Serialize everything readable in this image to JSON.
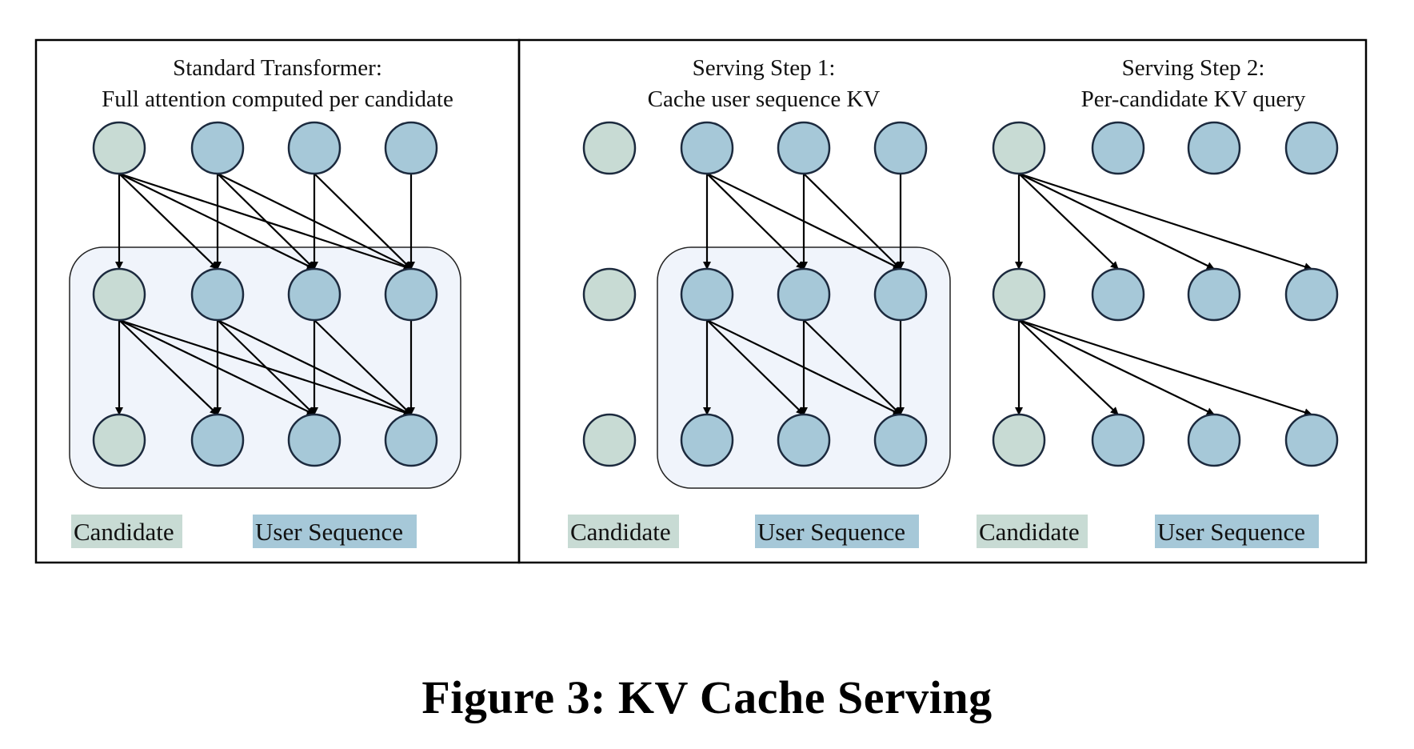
{
  "figure": {
    "caption": "Figure 3: KV Cache Serving",
    "colors": {
      "candidate": "#c8dbd4",
      "user_sequence": "#a6c8d8",
      "node_stroke": "#1c2a3e",
      "cache_box_fill": "#f0f4fb",
      "cache_box_stroke": "#222222",
      "edge": "#000000",
      "frame": "#000000"
    },
    "legend": {
      "candidate": "Candidate",
      "user_sequence": "User Sequence"
    },
    "panels": [
      {
        "id": "standard",
        "title_line1": "Standard Transformer:",
        "title_line2": "Full attention computed per candidate",
        "cache_box": {
          "cols": [
            0,
            3
          ],
          "rows": [
            1,
            2
          ]
        },
        "edges": [
          {
            "from": [
              0,
              0
            ],
            "to": [
              1,
              0
            ]
          },
          {
            "from": [
              0,
              0
            ],
            "to": [
              1,
              1
            ]
          },
          {
            "from": [
              0,
              0
            ],
            "to": [
              1,
              2
            ]
          },
          {
            "from": [
              0,
              0
            ],
            "to": [
              1,
              3
            ]
          },
          {
            "from": [
              0,
              1
            ],
            "to": [
              1,
              1
            ]
          },
          {
            "from": [
              0,
              1
            ],
            "to": [
              1,
              2
            ]
          },
          {
            "from": [
              0,
              1
            ],
            "to": [
              1,
              3
            ]
          },
          {
            "from": [
              0,
              2
            ],
            "to": [
              1,
              2
            ]
          },
          {
            "from": [
              0,
              2
            ],
            "to": [
              1,
              3
            ]
          },
          {
            "from": [
              0,
              3
            ],
            "to": [
              1,
              3
            ]
          },
          {
            "from": [
              1,
              0
            ],
            "to": [
              2,
              0
            ]
          },
          {
            "from": [
              1,
              0
            ],
            "to": [
              2,
              1
            ]
          },
          {
            "from": [
              1,
              0
            ],
            "to": [
              2,
              2
            ]
          },
          {
            "from": [
              1,
              0
            ],
            "to": [
              2,
              3
            ]
          },
          {
            "from": [
              1,
              1
            ],
            "to": [
              2,
              1
            ]
          },
          {
            "from": [
              1,
              1
            ],
            "to": [
              2,
              2
            ]
          },
          {
            "from": [
              1,
              1
            ],
            "to": [
              2,
              3
            ]
          },
          {
            "from": [
              1,
              2
            ],
            "to": [
              2,
              2
            ]
          },
          {
            "from": [
              1,
              2
            ],
            "to": [
              2,
              3
            ]
          },
          {
            "from": [
              1,
              3
            ],
            "to": [
              2,
              3
            ]
          }
        ]
      },
      {
        "id": "serving-step-1",
        "title_line1": "Serving Step 1:",
        "title_line2": "Cache user sequence KV",
        "cache_box": {
          "cols": [
            1,
            3
          ],
          "rows": [
            1,
            2
          ]
        },
        "edges": [
          {
            "from": [
              0,
              1
            ],
            "to": [
              1,
              1
            ]
          },
          {
            "from": [
              0,
              1
            ],
            "to": [
              1,
              2
            ]
          },
          {
            "from": [
              0,
              1
            ],
            "to": [
              1,
              3
            ]
          },
          {
            "from": [
              0,
              2
            ],
            "to": [
              1,
              2
            ]
          },
          {
            "from": [
              0,
              2
            ],
            "to": [
              1,
              3
            ]
          },
          {
            "from": [
              0,
              3
            ],
            "to": [
              1,
              3
            ]
          },
          {
            "from": [
              1,
              1
            ],
            "to": [
              2,
              1
            ]
          },
          {
            "from": [
              1,
              1
            ],
            "to": [
              2,
              2
            ]
          },
          {
            "from": [
              1,
              1
            ],
            "to": [
              2,
              3
            ]
          },
          {
            "from": [
              1,
              2
            ],
            "to": [
              2,
              2
            ]
          },
          {
            "from": [
              1,
              2
            ],
            "to": [
              2,
              3
            ]
          },
          {
            "from": [
              1,
              3
            ],
            "to": [
              2,
              3
            ]
          }
        ]
      },
      {
        "id": "serving-step-2",
        "title_line1": "Serving Step 2:",
        "title_line2": "Per-candidate KV query",
        "cache_box": null,
        "edges": [
          {
            "from": [
              0,
              0
            ],
            "to": [
              1,
              0
            ]
          },
          {
            "from": [
              0,
              0
            ],
            "to": [
              1,
              1
            ]
          },
          {
            "from": [
              0,
              0
            ],
            "to": [
              1,
              2
            ]
          },
          {
            "from": [
              0,
              0
            ],
            "to": [
              1,
              3
            ]
          },
          {
            "from": [
              1,
              0
            ],
            "to": [
              2,
              0
            ]
          },
          {
            "from": [
              1,
              0
            ],
            "to": [
              2,
              1
            ]
          },
          {
            "from": [
              1,
              0
            ],
            "to": [
              2,
              2
            ]
          },
          {
            "from": [
              1,
              0
            ],
            "to": [
              2,
              3
            ]
          }
        ]
      }
    ],
    "node_grid": {
      "rows": 3,
      "columns": [
        "candidate",
        "user_sequence",
        "user_sequence",
        "user_sequence"
      ]
    }
  }
}
